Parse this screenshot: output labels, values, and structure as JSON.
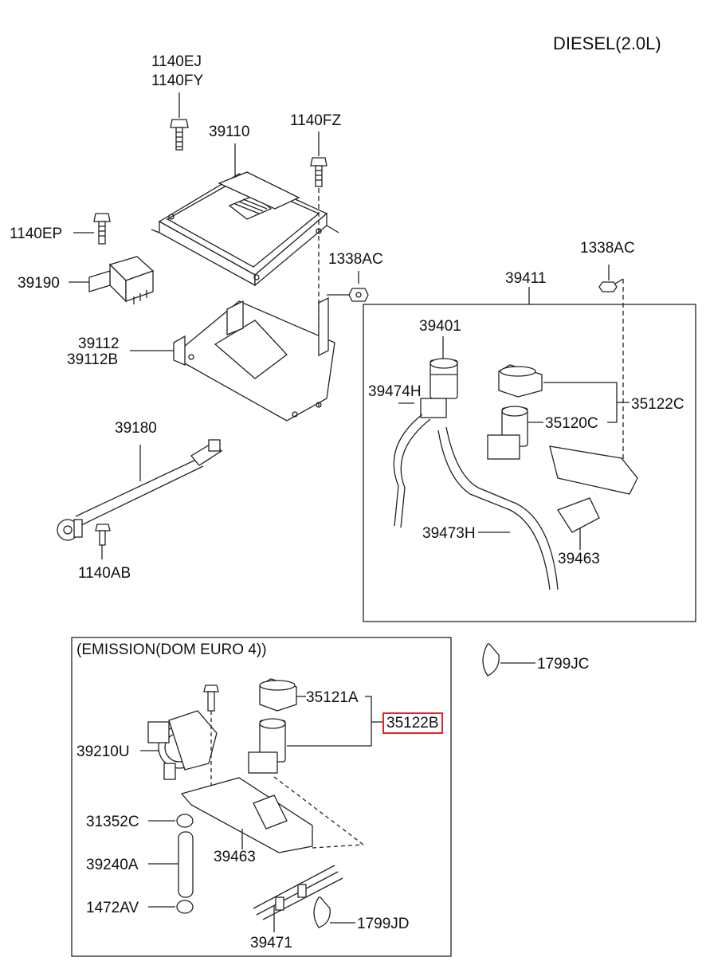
{
  "header": {
    "engine_title": "DIESEL(2.0L)"
  },
  "highlight_color": "#e0262b",
  "upper_parts": {
    "bolt_top_a": "1140EJ",
    "bolt_top_b": "1140FY",
    "ecu": "39110",
    "bolt_right": "1140FZ",
    "bolt_left": "1140EP",
    "relay": "39190",
    "nut_bracket": "1338AC",
    "bracket_a": "39112",
    "bracket_b": "39112B",
    "sensor": "39180",
    "sensor_bolt": "1140AB"
  },
  "assembly_box": {
    "title_ref": "39411",
    "nut": "1338AC",
    "valve_a": "39401",
    "hose_a": "39474H",
    "set_c": "35122C",
    "valve_c": "35120C",
    "hose_b": "39473H",
    "bracket": "39463"
  },
  "clip_right": "1799JC",
  "emission_box": {
    "title": "(EMISSION(DOM EURO 4))",
    "valve_a": "35121A",
    "set_b": "35122B",
    "actuator": "39210U",
    "clamp_a": "31352C",
    "hose": "39240A",
    "clamp_b": "1472AV",
    "bracket": "39463",
    "tube": "39471",
    "clip": "1799JD"
  }
}
